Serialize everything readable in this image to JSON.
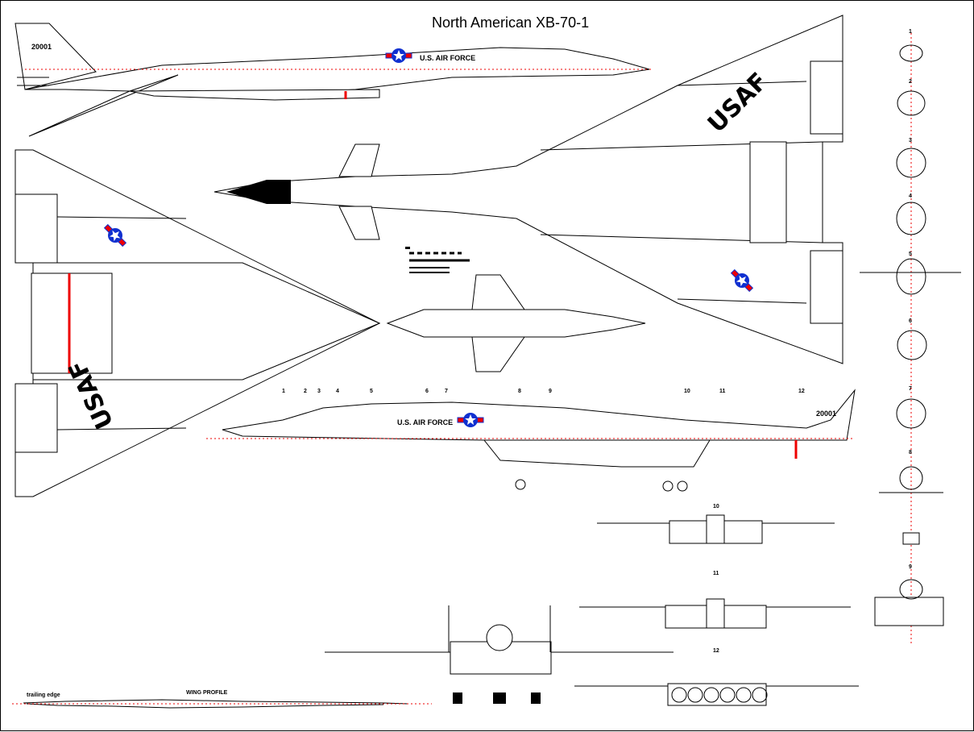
{
  "title": "North American XB-70-1",
  "markings": {
    "serial": "20001",
    "fuselage_text": "U.S. AIR FORCE",
    "wing_text": "USAF"
  },
  "colors": {
    "line": "#000000",
    "centerline": "#e00000",
    "roundel_blue": "#1030d0",
    "roundel_red": "#e00000"
  },
  "side_view_stations": [
    "1",
    "2",
    "3",
    "4",
    "5",
    "6",
    "7",
    "8",
    "9",
    "10",
    "11",
    "12"
  ],
  "cross_sections_right": [
    "1",
    "2",
    "3",
    "4",
    "5",
    "6",
    "7",
    "8",
    "9"
  ],
  "cross_sections_bottom": [
    "10",
    "11",
    "12"
  ],
  "wing_profile": {
    "title": "WING PROFILE",
    "edge_label": "trailing edge"
  }
}
